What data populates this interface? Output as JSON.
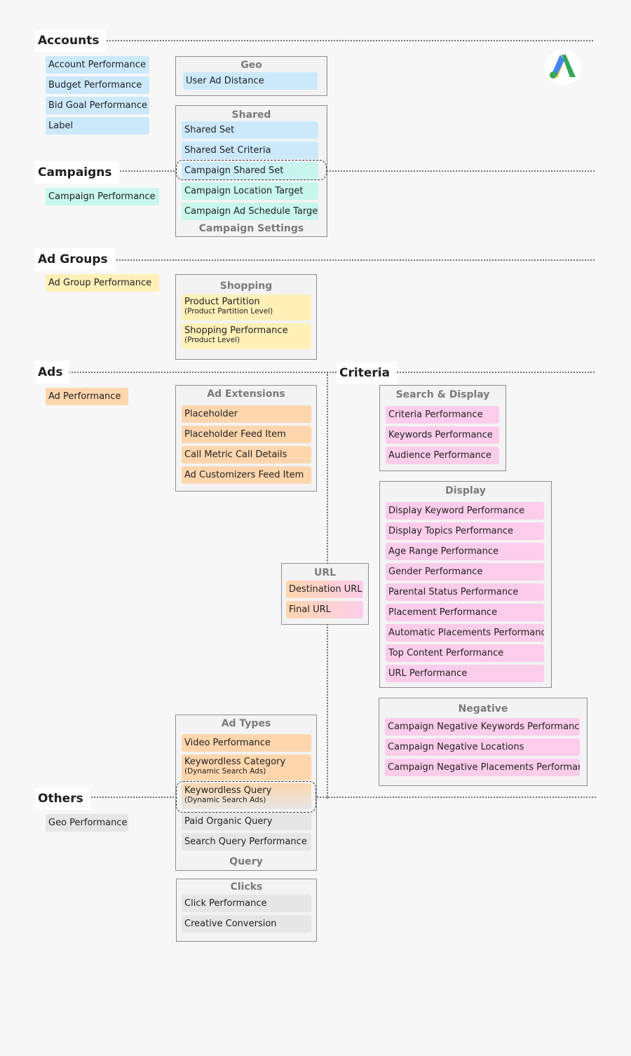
{
  "colors": {
    "blue": "#cce9fc",
    "teal": "#c8f7ec",
    "yellow": "#fff0b8",
    "orange": "#fdd6ad",
    "pink": "#fbcdea",
    "gray": "#e6e6e6",
    "logo_blue": "#4285f4",
    "logo_green": "#34a853",
    "logo_yellow": "#fbbc05"
  },
  "logo": {
    "icon": "google-ads-logo-icon"
  },
  "sections": {
    "accounts": "Accounts",
    "campaigns": "Campaigns",
    "ad_groups": "Ad Groups",
    "ads": "Ads",
    "criteria": "Criteria",
    "others": "Others"
  },
  "accounts": {
    "items": [
      "Account Performance",
      "Budget Performance",
      "Bid Goal Performance",
      "Label"
    ]
  },
  "campaigns": {
    "items": [
      "Campaign Performance"
    ]
  },
  "ad_groups": {
    "items": [
      "Ad Group Performance"
    ]
  },
  "ads": {
    "items": [
      "Ad Performance"
    ]
  },
  "others": {
    "items": [
      "Geo Performance"
    ]
  },
  "geo": {
    "title": "Geo",
    "items": [
      "User Ad Distance"
    ]
  },
  "shared": {
    "title": "Shared",
    "footer": "Campaign Settings",
    "items": [
      "Shared Set",
      "Shared Set Criteria",
      "Campaign Shared Set",
      "Campaign Location Target",
      "Campaign Ad Schedule Target"
    ]
  },
  "shopping": {
    "title": "Shopping",
    "items": [
      {
        "label": "Product Partition",
        "sub": "(Product Partition Level)"
      },
      {
        "label": "Shopping Performance",
        "sub": "(Product Level)"
      }
    ]
  },
  "ad_extensions": {
    "title": "Ad Extensions",
    "items": [
      "Placeholder",
      "Placeholder Feed Item",
      "Call Metric Call Details",
      "Ad Customizers Feed Item"
    ]
  },
  "search_display": {
    "title": "Search & Display",
    "items": [
      "Criteria Performance",
      "Keywords Performance",
      "Audience Performance"
    ]
  },
  "display": {
    "title": "Display",
    "items": [
      "Display Keyword Performance",
      "Display Topics Performance",
      "Age Range Performance",
      "Gender Performance",
      "Parental Status Performance",
      "Placement Performance",
      "Automatic Placements Performance",
      "Top Content Performance",
      "URL Performance"
    ]
  },
  "url": {
    "title": "URL",
    "items": [
      "Destination URL",
      "Final URL"
    ]
  },
  "negative": {
    "title": "Negative",
    "items": [
      "Campaign Negative Keywords Performance",
      "Campaign Negative Locations",
      "Campaign Negative Placements Performance"
    ]
  },
  "ad_types": {
    "title": "Ad Types",
    "footer": "Query",
    "items": [
      {
        "label": "Video Performance",
        "sub": ""
      },
      {
        "label": "Keywordless Category",
        "sub": "(Dynamic Search Ads)"
      },
      {
        "label": "Keywordless Query",
        "sub": "(Dynamic Search Ads)"
      },
      {
        "label": "Paid Organic Query",
        "sub": ""
      },
      {
        "label": "Search Query Performance",
        "sub": ""
      }
    ]
  },
  "clicks": {
    "title": "Clicks",
    "items": [
      "Click Performance",
      "Creative Conversion"
    ]
  }
}
